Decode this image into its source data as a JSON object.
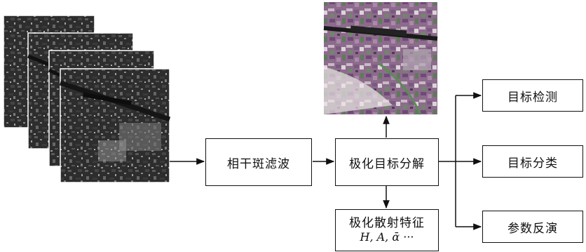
{
  "nodes": {
    "speckle_filter": "相干斑滤波",
    "decomposition": "极化目标分解",
    "features": {
      "title": "极化散射特征",
      "formula": "H, A, ᾱ ···"
    },
    "detection": "目标检测",
    "classification": "目标分类",
    "inversion": "参数反演"
  },
  "colors": {
    "line": "#111111",
    "sar_dark": "#2b2b2b",
    "pauli_purple": "#8a5d86",
    "pauli_green": "#6f8a63"
  }
}
